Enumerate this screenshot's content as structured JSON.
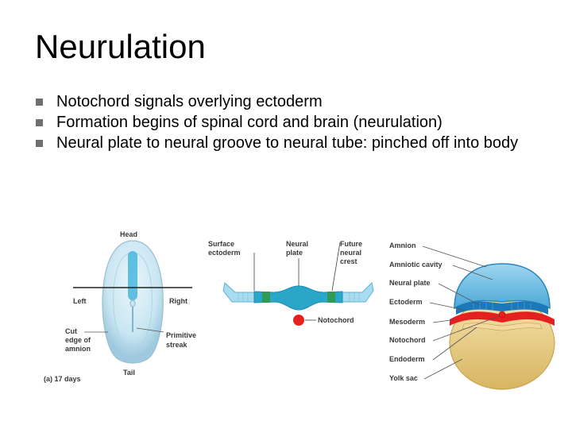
{
  "slide": {
    "title": "Neurulation",
    "bullets": [
      "Notochord signals overlying ectoderm",
      "Formation begins of spinal cord and brain (neurulation)",
      "Neural plate to neural groove to neural tube:  pinched off into body"
    ]
  },
  "figure_a": {
    "head": "Head",
    "tail": "Tail",
    "left": "Left",
    "right": "Right",
    "cut_line1": "Cut",
    "cut_line2": "edge of",
    "cut_line3": "amnion",
    "streak_line1": "Primitive",
    "streak_line2": "streak",
    "caption": "(a) 17 days"
  },
  "figure_b": {
    "surface_line1": "Surface",
    "surface_line2": "ectoderm",
    "plate_line1": "Neural",
    "plate_line2": "plate",
    "crest_line1": "Future",
    "crest_line2": "neural",
    "crest_line3": "crest",
    "notochord": "Notochord"
  },
  "figure_c": {
    "labels": [
      "Amnion",
      "Amniotic cavity",
      "Neural plate",
      "Ectoderm",
      "Mesoderm",
      "Notochord",
      "Endoderm",
      "Yolk sac"
    ]
  },
  "colors": {
    "ectoderm_light": "#a9dcef",
    "neural_plate": "#2aa6c9",
    "crest_green": "#2e9a54",
    "notochord_red": "#e4211f",
    "yolk": "#e7cb7c"
  }
}
